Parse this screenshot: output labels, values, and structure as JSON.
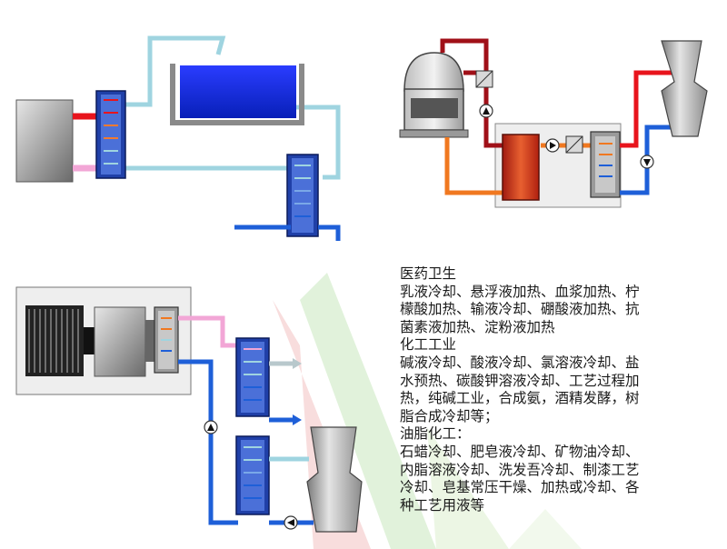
{
  "applications": [
    {
      "heading": "医药卫生",
      "lines": [
        "乳液冷却、悬浮液加热、血浆加热、柠",
        "檬酸加热、输液冷却、硼酸液加热、抗",
        "菌素液加热、淀粉液加热"
      ]
    },
    {
      "heading": "化工工业",
      "lines": [
        "碱液冷却、酸液冷却、氯溶液冷却、盐",
        "水预热、碳酸钾溶液冷却、工艺过程加",
        "热，纯碱工业，合成氨，酒精发酵，树",
        "脂合成冷却等；"
      ]
    },
    {
      "heading": "油脂化工：",
      "lines": [
        "石蜡冷却、肥皂液冷却、矿物油冷却、",
        "内脂溶液冷却、洗发吾冷却、制漆工艺",
        "冷却、皂基常压干燥、加热或冷却、各",
        "种工艺用液等"
      ]
    }
  ],
  "colors": {
    "hot": "#e8141c",
    "hot_dark": "#a01018",
    "cold": "#1e5fd8",
    "cool": "#9fd4e0",
    "pink": "#f2a6d6",
    "orange": "#f07820",
    "exchanger_blue": "#1e3c9a",
    "tank_water": "#1535e8",
    "watermark_red": "#f4c8c8",
    "watermark_green": "#c8e8c0"
  }
}
